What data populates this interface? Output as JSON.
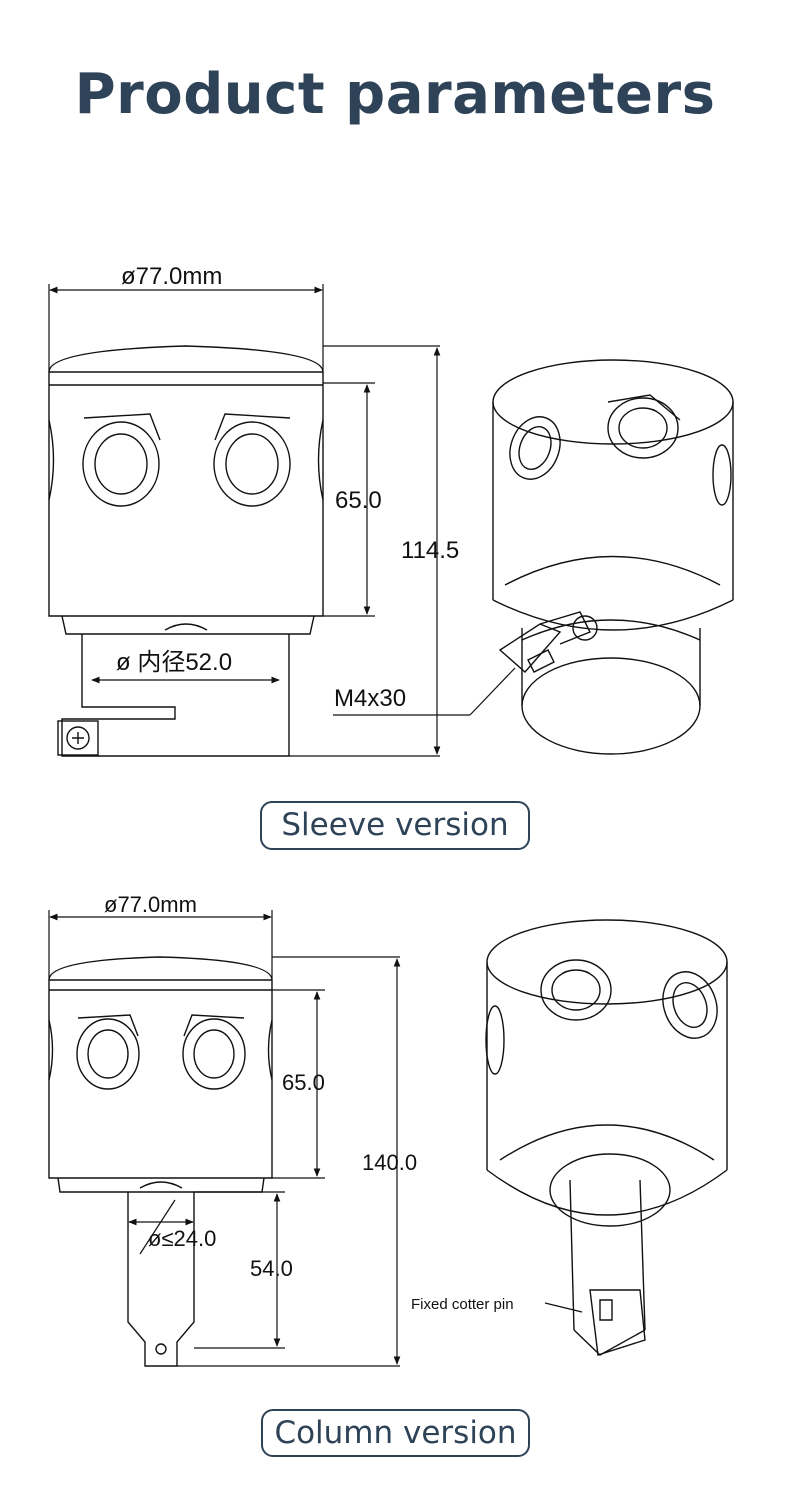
{
  "header": {
    "title": "Product parameters"
  },
  "sleeve": {
    "diameter": "ø77.0mm",
    "body_height": "65.0",
    "total_height": "114.5",
    "inner_diameter": "ø 内径52.0",
    "screw": "M4x30",
    "label": "Sleeve version"
  },
  "column": {
    "diameter": "ø77.0mm",
    "body_height": "65.0",
    "total_height": "140.0",
    "pole_diameter": "ø≤24.0",
    "pole_length": "54.0",
    "cotter_pin": "Fixed cotter pin",
    "label": "Column version"
  },
  "colors": {
    "accent": "#2e4357",
    "line": "#111111"
  }
}
